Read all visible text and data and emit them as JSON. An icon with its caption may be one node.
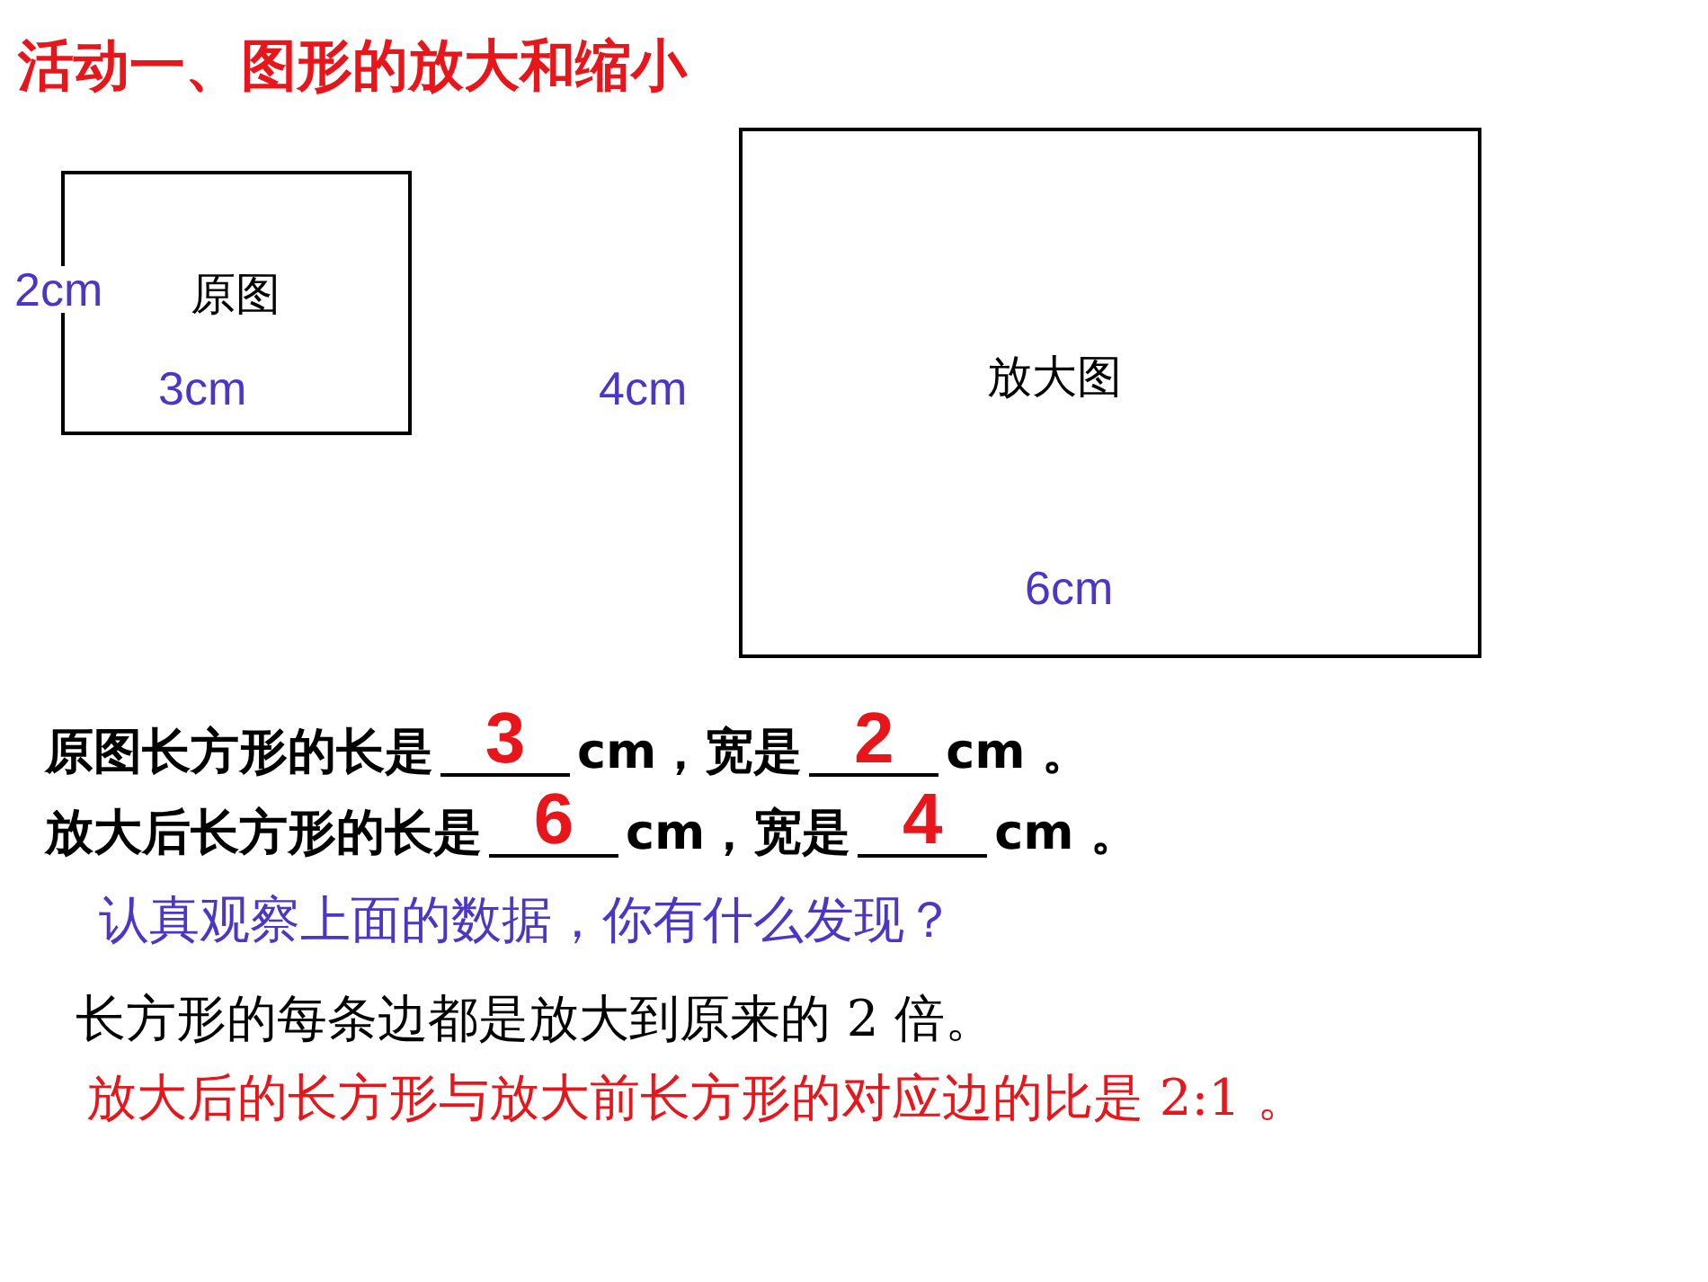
{
  "diagram": {
    "title": "活动一、图形的放大和缩小",
    "nodes": [
      {
        "text": [
          "原图"
        ]
      },
      {
        "text": [
          "放大图"
        ]
      }
    ],
    "labels": [
      "2cm",
      "3cm",
      "4cm",
      "6cm",
      "原图长方形的长是",
      "3",
      "cm，宽是",
      "2",
      "cm 。",
      "放大后长方形的长是",
      "6",
      "cm，宽是",
      "4",
      "cm 。",
      "认真观察上面的数据，你有什么发现？",
      "长方形的每条边都是放大到原来的 2 倍。",
      "放大后的长方形与放大前长方形的对应边的比是 2:1 。"
    ]
  }
}
